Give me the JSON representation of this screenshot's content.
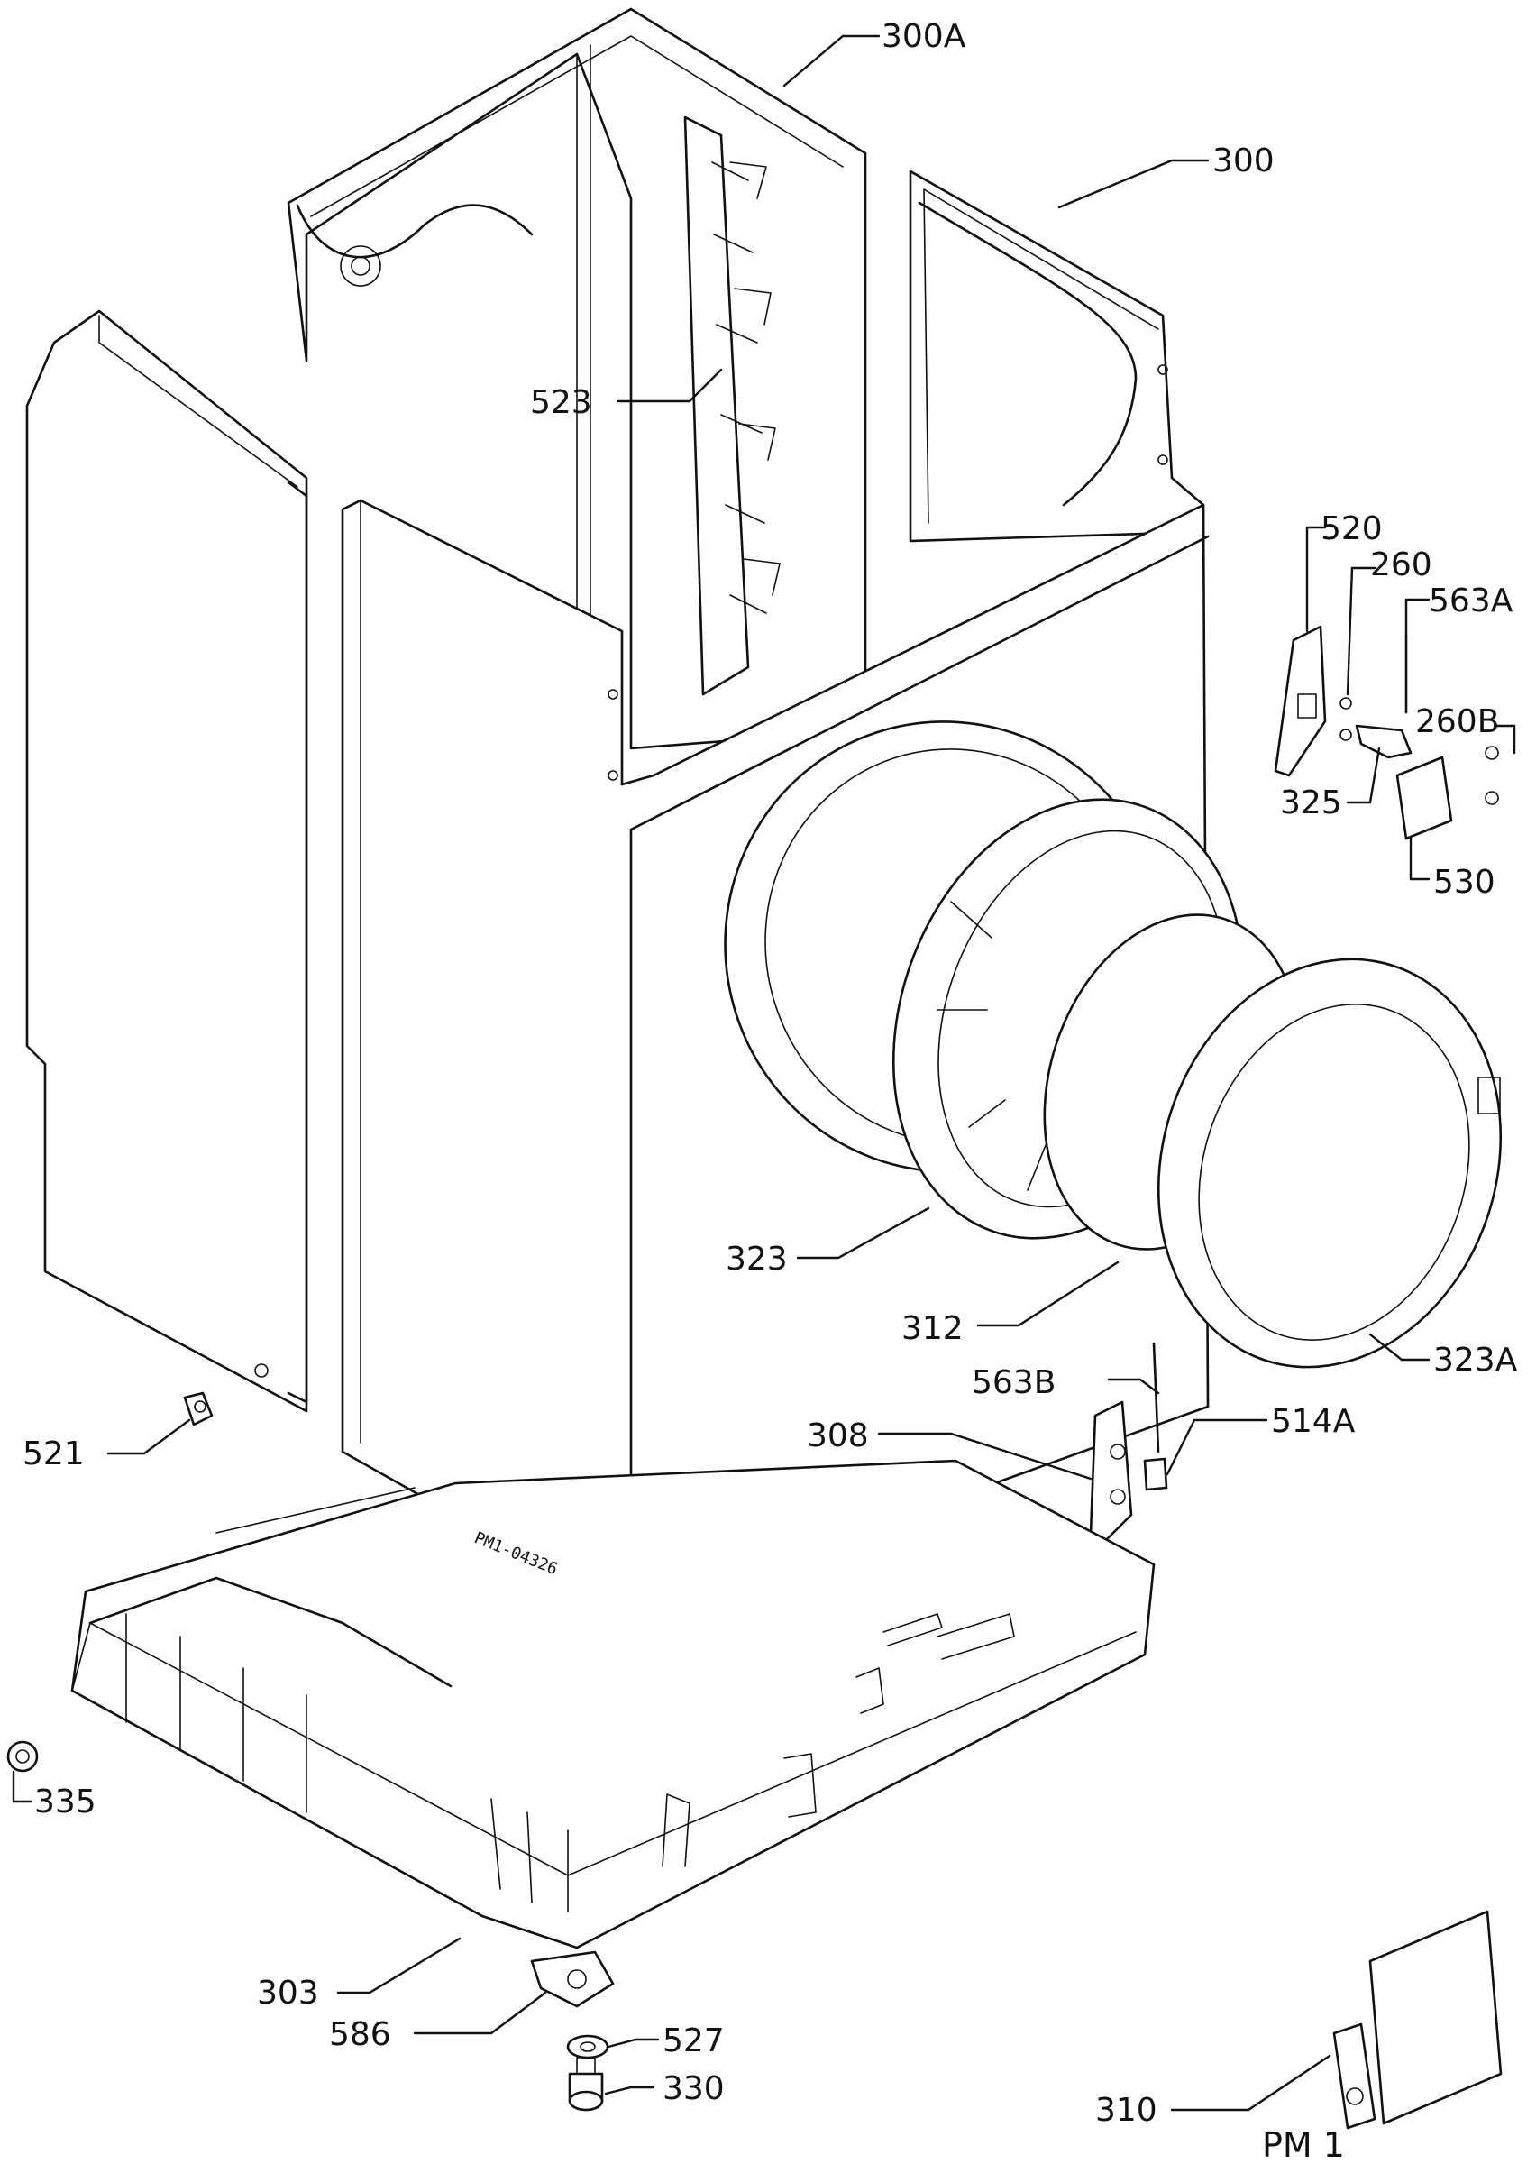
{
  "diagram": {
    "page_code": "PM 1",
    "drawing_stamp": "PM1-04326"
  },
  "parts": [
    {
      "id": "300A",
      "label": "300A"
    },
    {
      "id": "300",
      "label": "300"
    },
    {
      "id": "523",
      "label": "523"
    },
    {
      "id": "520",
      "label": "520"
    },
    {
      "id": "260",
      "label": "260"
    },
    {
      "id": "563A",
      "label": "563A"
    },
    {
      "id": "260B",
      "label": "260B"
    },
    {
      "id": "325",
      "label": "325"
    },
    {
      "id": "530",
      "label": "530"
    },
    {
      "id": "323",
      "label": "323"
    },
    {
      "id": "312",
      "label": "312"
    },
    {
      "id": "323A",
      "label": "323A"
    },
    {
      "id": "563B",
      "label": "563B"
    },
    {
      "id": "514A",
      "label": "514A"
    },
    {
      "id": "308",
      "label": "308"
    },
    {
      "id": "521",
      "label": "521"
    },
    {
      "id": "335",
      "label": "335"
    },
    {
      "id": "303",
      "label": "303"
    },
    {
      "id": "586",
      "label": "586"
    },
    {
      "id": "527",
      "label": "527"
    },
    {
      "id": "330",
      "label": "330"
    },
    {
      "id": "310",
      "label": "310"
    }
  ]
}
